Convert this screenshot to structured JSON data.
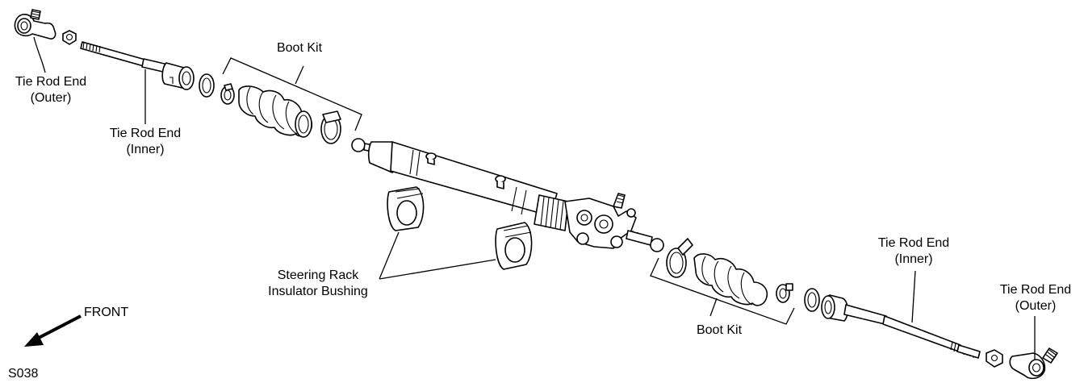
{
  "labels": {
    "tie_rod_end_outer_left": {
      "line1": "Tie Rod End",
      "line2": "(Outer)"
    },
    "tie_rod_end_inner_left": {
      "line1": "Tie Rod End",
      "line2": "(Inner)"
    },
    "boot_kit_left": "Boot Kit",
    "steering_rack_bushing": {
      "line1": "Steering Rack",
      "line2": "Insulator Bushing"
    },
    "boot_kit_right": "Boot Kit",
    "tie_rod_end_inner_right": {
      "line1": "Tie Rod End",
      "line2": "(Inner)"
    },
    "tie_rod_end_outer_right": {
      "line1": "Tie Rod End",
      "line2": "(Outer)"
    },
    "front": "FRONT",
    "figure_code": "S038"
  }
}
